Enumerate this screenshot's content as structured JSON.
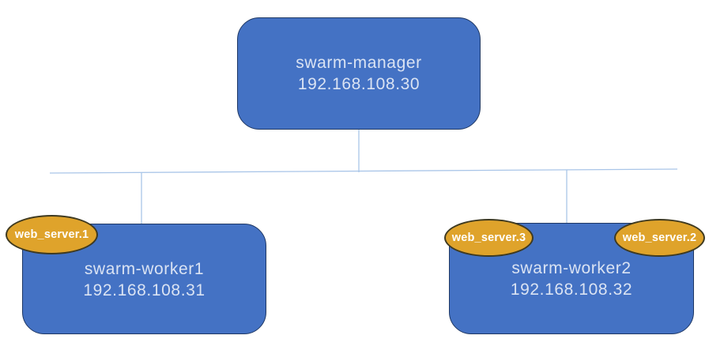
{
  "diagram": {
    "kind": "docker-swarm-cluster-topology",
    "colors": {
      "node_fill": "#4472C4",
      "node_border": "#1F3864",
      "node_text": "#DAE3F3",
      "service_fill": "#DFA32B",
      "service_border": "#3F3A20",
      "service_text": "#FFFFFF",
      "connector_line": "#A9C5E8",
      "background": "#FFFFFF"
    },
    "nodes": [
      {
        "name": "swarm-manager",
        "ip": "192.168.108.30"
      },
      {
        "name": "swarm-worker1",
        "ip": "192.168.108.31"
      },
      {
        "name": "swarm-worker2",
        "ip": "192.168.108.32"
      }
    ],
    "services": [
      {
        "label": "web_server.1",
        "host": "swarm-worker1"
      },
      {
        "label": "web_server.3",
        "host": "swarm-worker2"
      },
      {
        "label": "web_server.2",
        "host": "swarm-worker2"
      }
    ],
    "edges": [
      {
        "from": "swarm-manager",
        "to": "swarm-worker1"
      },
      {
        "from": "swarm-manager",
        "to": "swarm-worker2"
      }
    ]
  }
}
